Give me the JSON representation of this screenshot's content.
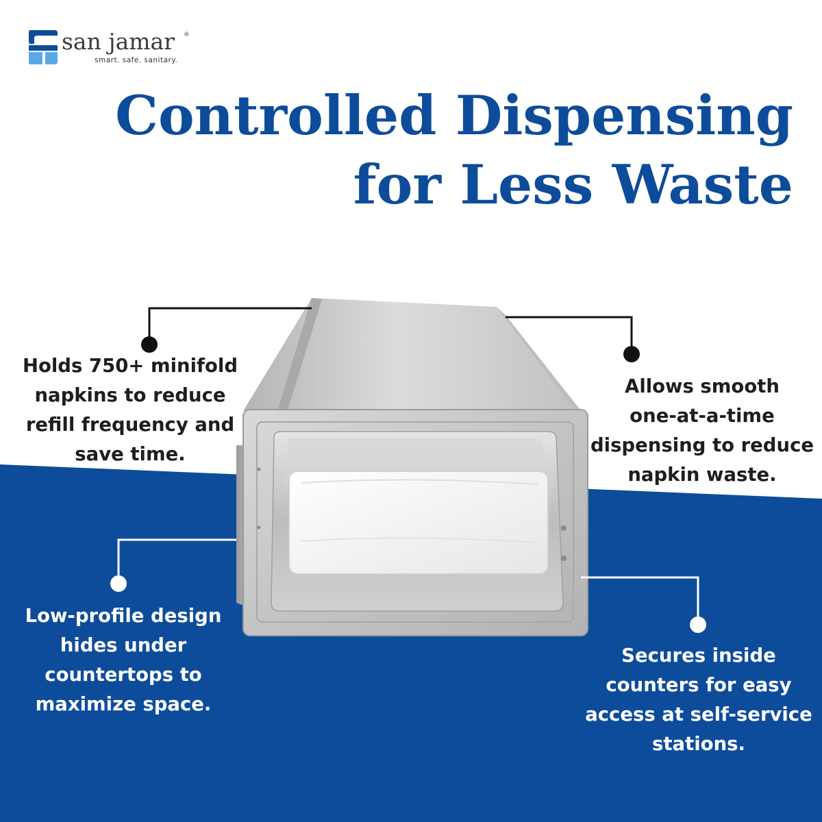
{
  "brand": {
    "name": "san jamar",
    "registered_mark": "®",
    "tagline": "smart.   safe.   sanitary.",
    "colors": {
      "primary": "#0d4c9b",
      "light": "#5aa9e6"
    }
  },
  "headline": {
    "line1": "Controlled Dispensing",
    "line2": "for Less Waste"
  },
  "callouts": {
    "top_left": {
      "line1": "Holds 750+ minifold",
      "line2": "napkins to reduce",
      "line3": "refill frequency and",
      "line4": "save time."
    },
    "top_right": {
      "line1": "Allows smooth",
      "line2": "one-at-a-time",
      "line3": "dispensing to reduce",
      "line4": "napkin waste."
    },
    "bottom_left": {
      "line1": "Low-profile design",
      "line2": "hides under",
      "line3": "countertops to",
      "line4": "maximize space."
    },
    "bottom_right": {
      "line1": "Secures inside",
      "line2": "counters for easy",
      "line3": "access at self-service",
      "line4": "stations."
    }
  },
  "colors": {
    "background": "#ffffff",
    "band": "#0d4c9b",
    "leader_dark": "#111111",
    "leader_light": "#ffffff",
    "metal": "#c9c9c9",
    "napkin": "#f4f4f4"
  }
}
